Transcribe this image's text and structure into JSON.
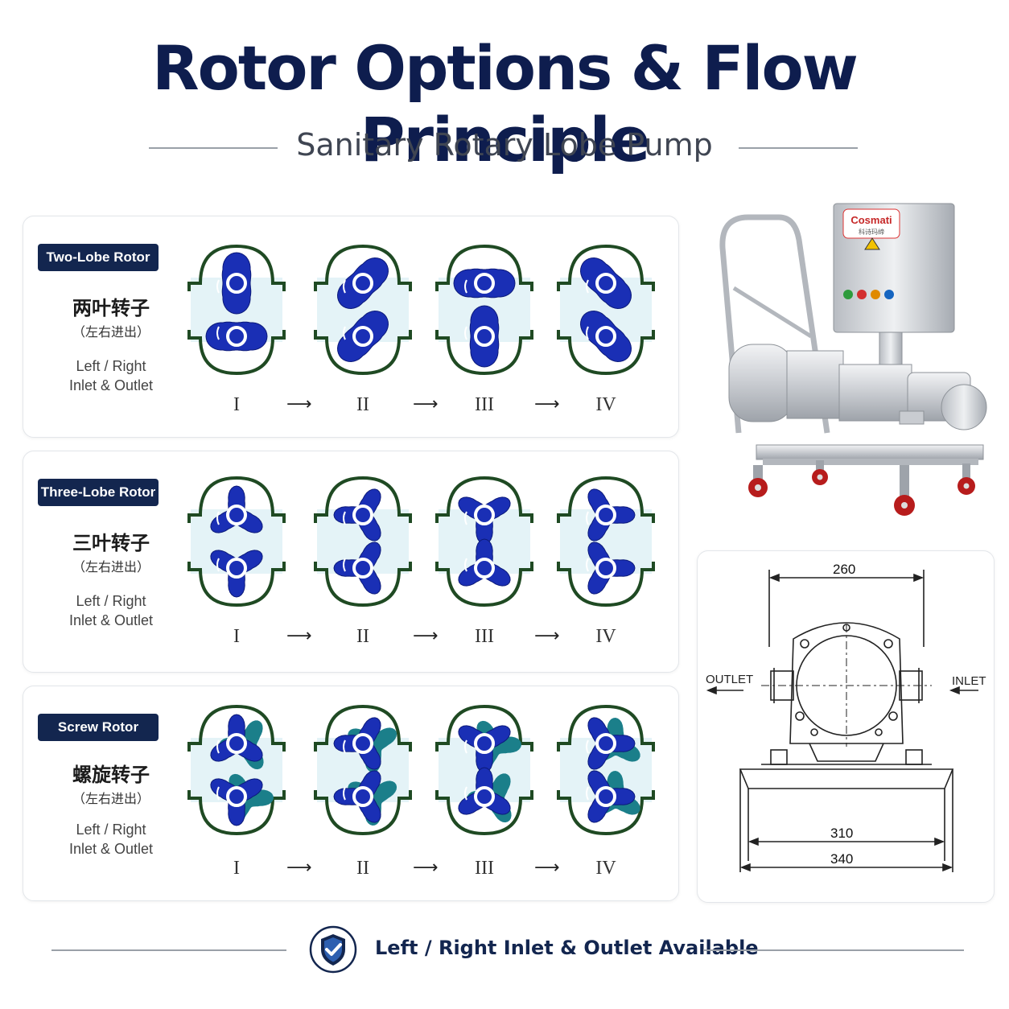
{
  "header": {
    "title": "Rotor Options & Flow Principle",
    "subtitle": "Sanitary Rotary Lobe Pump"
  },
  "rotors": [
    {
      "badge": "Two-Lobe Rotor",
      "cn_name": "两叶转子",
      "cn_sub": "（左右进出）",
      "en_line1": "Left / Right",
      "en_line2": "Inlet & Outlet",
      "lobes": 2
    },
    {
      "badge": "Three-Lobe Rotor",
      "cn_name": "三叶转子",
      "cn_sub": "（左右进出）",
      "en_line1": "Left / Right",
      "en_line2": "Inlet & Outlet",
      "lobes": 3
    },
    {
      "badge": "Screw Rotor",
      "cn_name": "螺旋转子",
      "cn_sub": "（左右进出）",
      "en_line1": "Left / Right",
      "en_line2": "Inlet & Outlet",
      "lobes": 3
    }
  ],
  "stages": [
    "I",
    "II",
    "III",
    "IV"
  ],
  "pump_photo": {
    "brand": "Cosmati",
    "brand_cn": "科诗玛缔"
  },
  "drawing": {
    "outlet_label": "OUTLET",
    "inlet_label": "INLET",
    "dim_top": "260",
    "dim_mid": "310",
    "dim_bottom": "340"
  },
  "footer": {
    "text": "Left / Right Inlet & Outlet Available",
    "icon": "shield-check-icon"
  },
  "colors": {
    "navy": "#13264f",
    "rotor_blue": "#1a2fb5",
    "teal": "#1b7f8a",
    "casing_green": "#1f4a23"
  }
}
